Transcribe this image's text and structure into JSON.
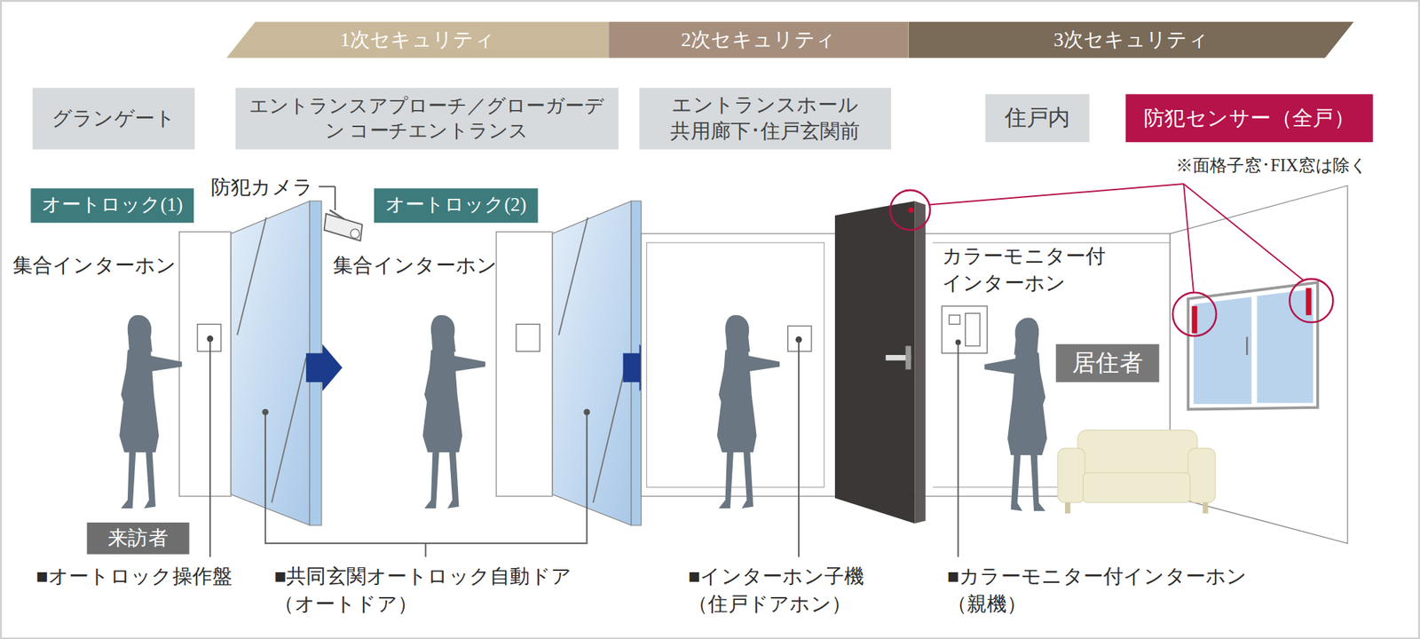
{
  "diagram": {
    "nodes": [
      {
        "text": [
          "1次セキュリティ"
        ]
      },
      {
        "text": [
          "2次セキュリティ"
        ]
      },
      {
        "text": [
          "3次セキュリティ"
        ]
      },
      {
        "text": [
          "グランゲート"
        ]
      },
      {
        "text": [
          "エントランスアプローチ／グローガーデン コーチエントランス"
        ]
      },
      {
        "text": [
          "エントランスホール 共用廊下･住戸玄関前"
        ]
      },
      {
        "text": [
          "住戸内"
        ]
      },
      {
        "text": [
          "防犯センサー（全戸）"
        ]
      },
      {
        "text": [
          "オートロック(1)"
        ]
      },
      {
        "text": [
          "オートロック(2)"
        ]
      },
      {
        "text": [
          "居住者"
        ]
      },
      {
        "text": [
          "来訪者"
        ]
      }
    ],
    "labels": [
      "※面格子窓･FIX窓は除く",
      "防犯カメラ",
      "集合インターホン",
      "集合インターホン",
      "カラーモニター付 インターホン",
      "■オートロック操作盤",
      "■共同玄関オートロック自動ドア （オートドア）",
      "■インターホン子機 （住戸ドアホン）",
      "■カラーモニター付インターホン （親機）"
    ]
  }
}
